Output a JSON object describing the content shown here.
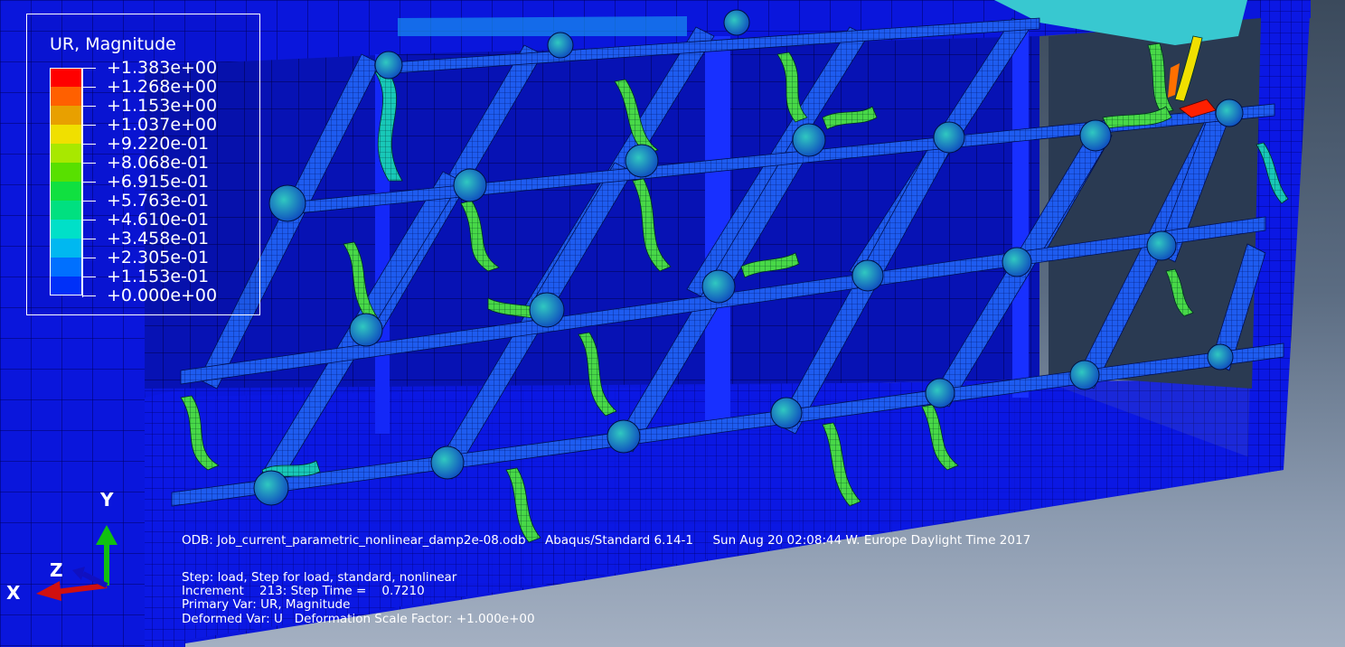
{
  "legend": {
    "title": "UR, Magnitude",
    "entries": [
      {
        "label": "+1.383e+00",
        "color": "#ff0000"
      },
      {
        "label": "+1.268e+00",
        "color": "#ff6000"
      },
      {
        "label": "+1.153e+00",
        "color": "#e8a000"
      },
      {
        "label": "+1.037e+00",
        "color": "#f0e000"
      },
      {
        "label": "+9.220e-01",
        "color": "#a8e800"
      },
      {
        "label": "+8.068e-01",
        "color": "#58e000"
      },
      {
        "label": "+6.915e-01",
        "color": "#10e040"
      },
      {
        "label": "+5.763e-01",
        "color": "#00e080"
      },
      {
        "label": "+4.610e-01",
        "color": "#00e0c8"
      },
      {
        "label": "+3.458e-01",
        "color": "#00b8f0"
      },
      {
        "label": "+2.305e-01",
        "color": "#0070ff"
      },
      {
        "label": "+1.153e-01",
        "color": "#0030f8"
      },
      {
        "label": "+0.000e+00",
        "color": ""
      }
    ]
  },
  "info": {
    "odb_line": "ODB: Job_current_parametric_nonlinear_damp2e-08.odb     Abaqus/Standard 6.14-1     Sun Aug 20 02:08:44 W. Europe Daylight Time 2017",
    "step_line": "Step: load, Step for load, standard, nonlinear",
    "increment_line": "Increment    213: Step Time =    0.7210",
    "primary_var_line": "Primary Var: UR, Magnitude",
    "deformed_var_line": "Deformed Var: U   Deformation Scale Factor: +1.000e+00"
  },
  "triad": {
    "x_label": "X",
    "y_label": "Y",
    "z_label": "Z"
  },
  "colors": {
    "base_mesh": "#0a14d8",
    "base_mesh_dark": "#0510b0",
    "background_top": "#3b4a5c",
    "background_bottom": "#a4b0c2"
  }
}
